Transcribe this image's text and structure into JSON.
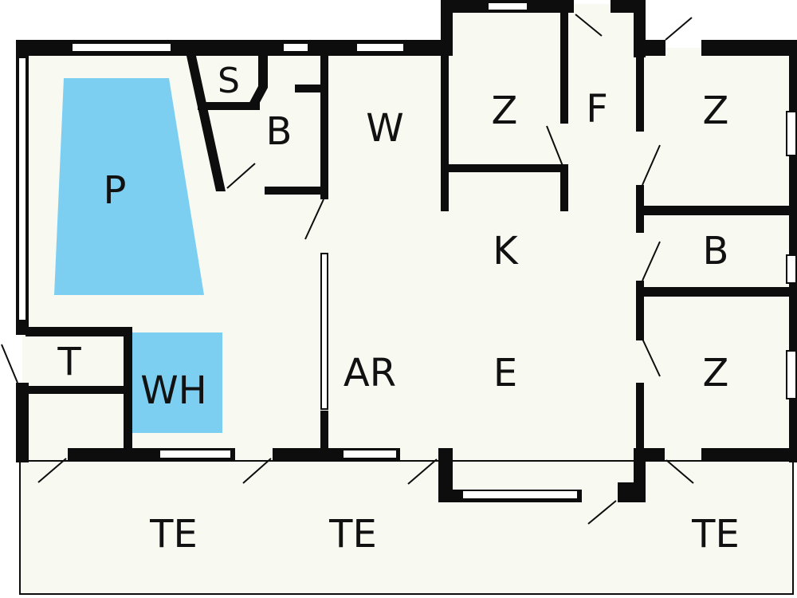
{
  "colors": {
    "background": "#ffffff",
    "floor": "#f8f9f1",
    "wall": "#0d0d0d",
    "water": "#7dcff2",
    "window": "#ffffff"
  },
  "labels": {
    "pool": "P",
    "sauna": "S",
    "bath_small": "B",
    "utility": "W",
    "room_top_left": "Z",
    "hall": "F",
    "room_top_right": "Z",
    "kitchen": "K",
    "bath_right": "B",
    "toilet": "T",
    "whirlpool": "WH",
    "activity_room": "AR",
    "dining": "E",
    "room_bottom_right": "Z",
    "terrace_left": "TE",
    "terrace_mid": "TE",
    "terrace_right": "TE"
  }
}
